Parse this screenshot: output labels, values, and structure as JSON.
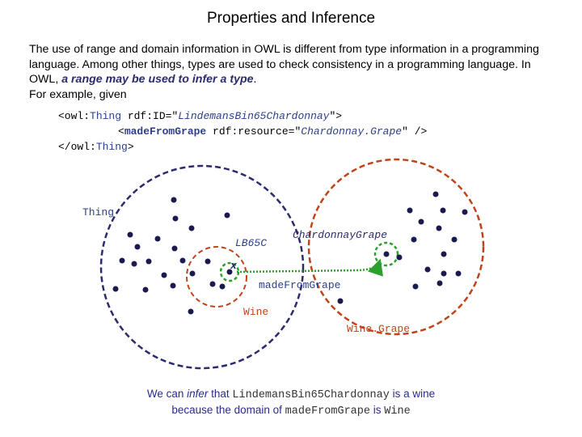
{
  "title": "Properties and Inference",
  "intro": {
    "text": "The use of range and domain information in OWL is different from type information in a programming language. Among other things, types are used to check consistency in a programming language. In OWL, ",
    "emphasis": "a range may be used to infer a type",
    "after": ".",
    "line2": "For example, given"
  },
  "code": {
    "l1_open": "<owl:",
    "l1_class": "Thing",
    "l1_mid": " rdf:ID=\"",
    "l1_id": "LindemansBin65Chardonnay",
    "l1_end": "\">",
    "l2_open": "<",
    "l2_prop": "madeFromGrape",
    "l2_mid": " rdf:resource=\"",
    "l2_res": "Chardonnay.Grape",
    "l2_end": "\" />",
    "l3_open": "</owl:",
    "l3_class": "Thing",
    "l3_end": ">"
  },
  "diagram": {
    "thing_label": "Thing",
    "lb65c_label": "LB65C",
    "x_label": "x",
    "chardonnay_label": "ChardonnayGrape",
    "property_label": "madeFromGrape",
    "wine_label": "Wine",
    "winegrape_label": "Wine.Grape",
    "colors": {
      "thing": "#2b2b6e",
      "wine": "#c0441a",
      "highlight": "#2ca02c"
    }
  },
  "caption": {
    "p1": "We can ",
    "p2": "infer",
    "p3": " that ",
    "p4": "LindemansBin65Chardonnay",
    "p5": " is a wine",
    "p6": "because the domain of ",
    "p7": "madeFromGrape",
    "p8": " is ",
    "p9": "Wine"
  }
}
